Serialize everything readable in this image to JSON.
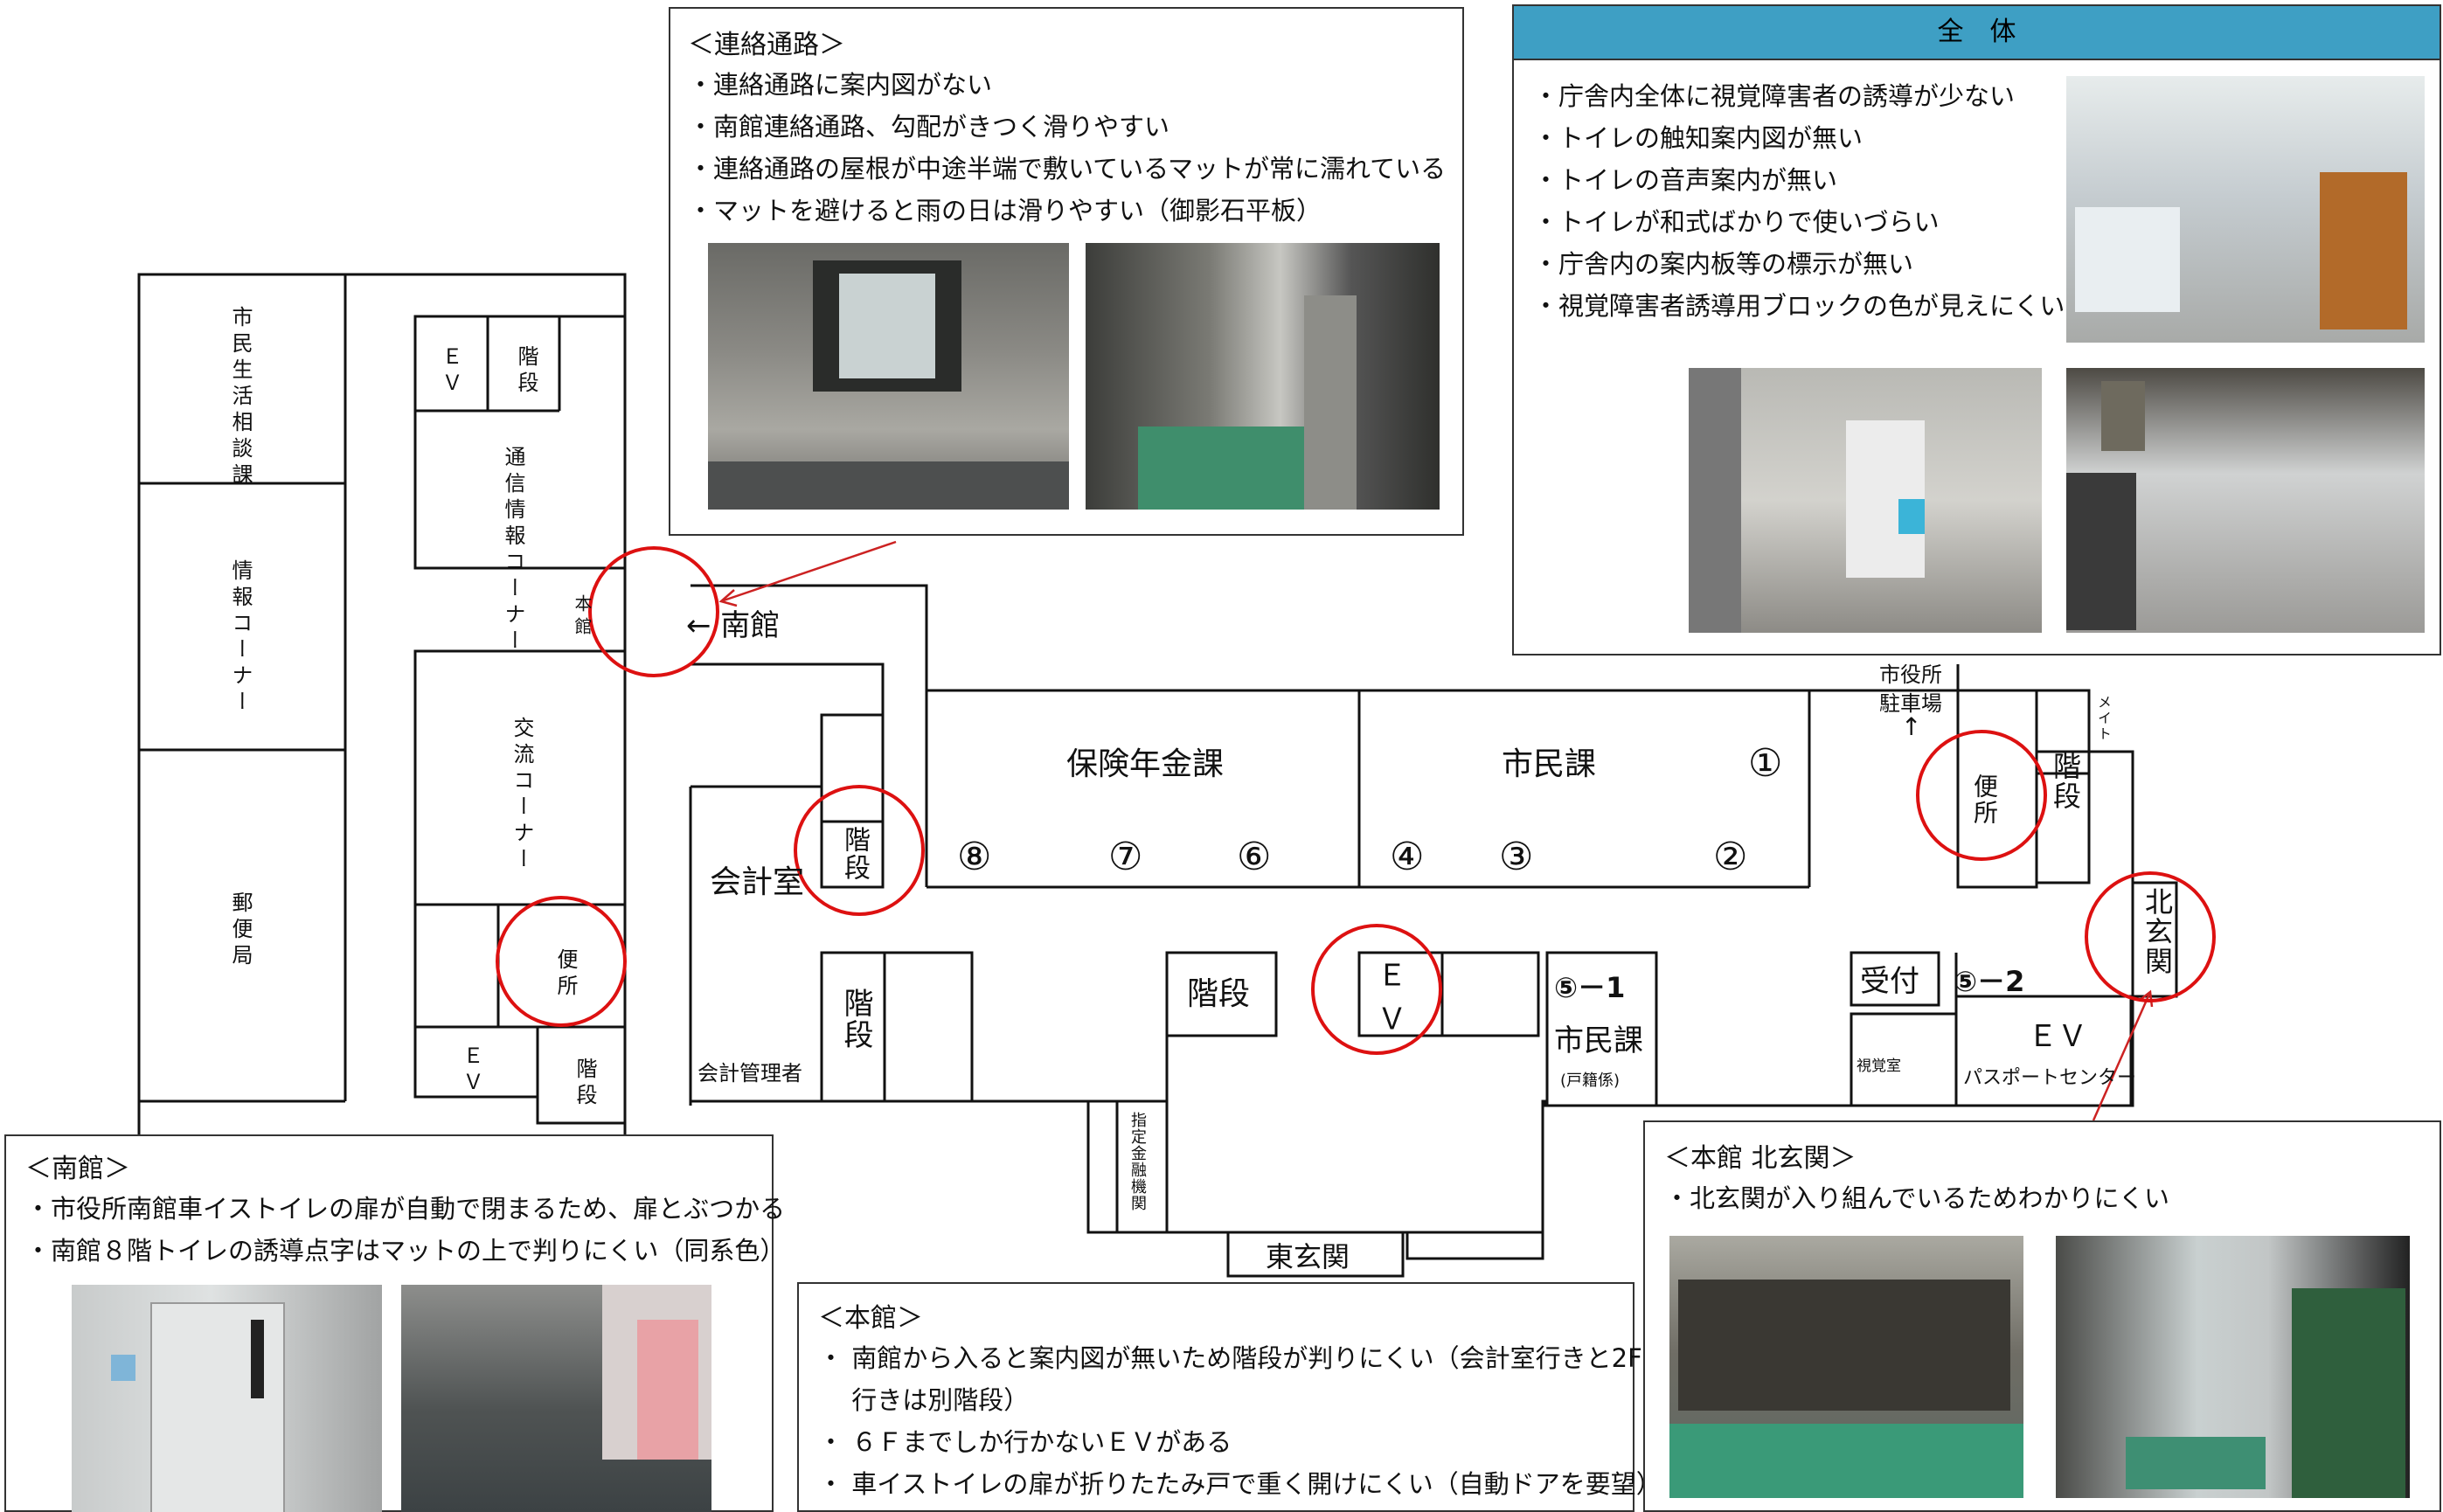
{
  "renraku": {
    "title": "＜連絡通路＞",
    "items": [
      "・連絡通路に案内図がない",
      "・南館連絡通路、勾配がきつく滑りやすい",
      "・連絡通路の屋根が中途半端で敷いているマットが常に濡れている",
      "・マットを避けると雨の日は滑りやすい（御影石平板）"
    ]
  },
  "zentai": {
    "header": "全　体",
    "items": [
      "・庁舎内全体に視覚障害者の誘導が少ない",
      "・トイレの触知案内図が無い",
      "・トイレの音声案内が無い",
      "・トイレが和式ばかりで使いづらい",
      "・庁舎内の案内板等の標示が無い",
      "・視覚障害者誘導用ブロックの色が見えにくい"
    ]
  },
  "nankan": {
    "title": "＜南館＞",
    "items": [
      "・市役所南館車イストイレの扉が自動で閉まるため、扉とぶつかる",
      "・南館８階トイレの誘導点字はマットの上で判りにくい（同系色）"
    ]
  },
  "honkan": {
    "title": "＜本館＞",
    "items": [
      "・ 南館から入ると案内図が無いため階段が判りにくい（会計室行きと2F",
      "　 行きは別階段）",
      "・ ６Ｆまでしか行かないＥＶがある",
      "・ 車イストイレの扉が折りたたみ戸で重く開けにくい（自動ドアを要望）"
    ]
  },
  "kitagenkan": {
    "title": "＜本館  北玄関＞",
    "items": [
      "・北玄関が入り組んでいるためわかりにくい"
    ]
  },
  "leftplan": {
    "shimin_seikatsu": "市民生活相談課",
    "joho_corner": "情報コーナー",
    "yubinkyoku": "郵便局",
    "ev": "ＥＶ",
    "kaidan": "階段",
    "tsushin": "通信情報コーナー",
    "honkan": "本館",
    "koryu": "交流コーナー",
    "benjo": "便所"
  },
  "mainplan": {
    "nankan_arrow": "← 南館",
    "hoken": "保険年金課",
    "shimin": "市民課",
    "kaikei": "会計室",
    "kaikei_kanri": "会計管理者",
    "kaidan": "階段",
    "ev": "ＥＶ",
    "shiyakusho": "市役所",
    "chushajo": "駐車場",
    "benjo": "便所",
    "mate": "メイト",
    "kita": "北玄関",
    "uketsuke": "受付",
    "num52": "⑤－2",
    "num51": "⑤－1",
    "shiminka2": "市民課",
    "kosekika": "(戸籍係)",
    "shichosho": "視覚室",
    "passport": "パスポートセンター",
    "higashi": "東玄関",
    "shitei": "指定金融機関",
    "nums": [
      "①",
      "②",
      "③",
      "④",
      "⑥",
      "⑦",
      "⑧"
    ]
  }
}
